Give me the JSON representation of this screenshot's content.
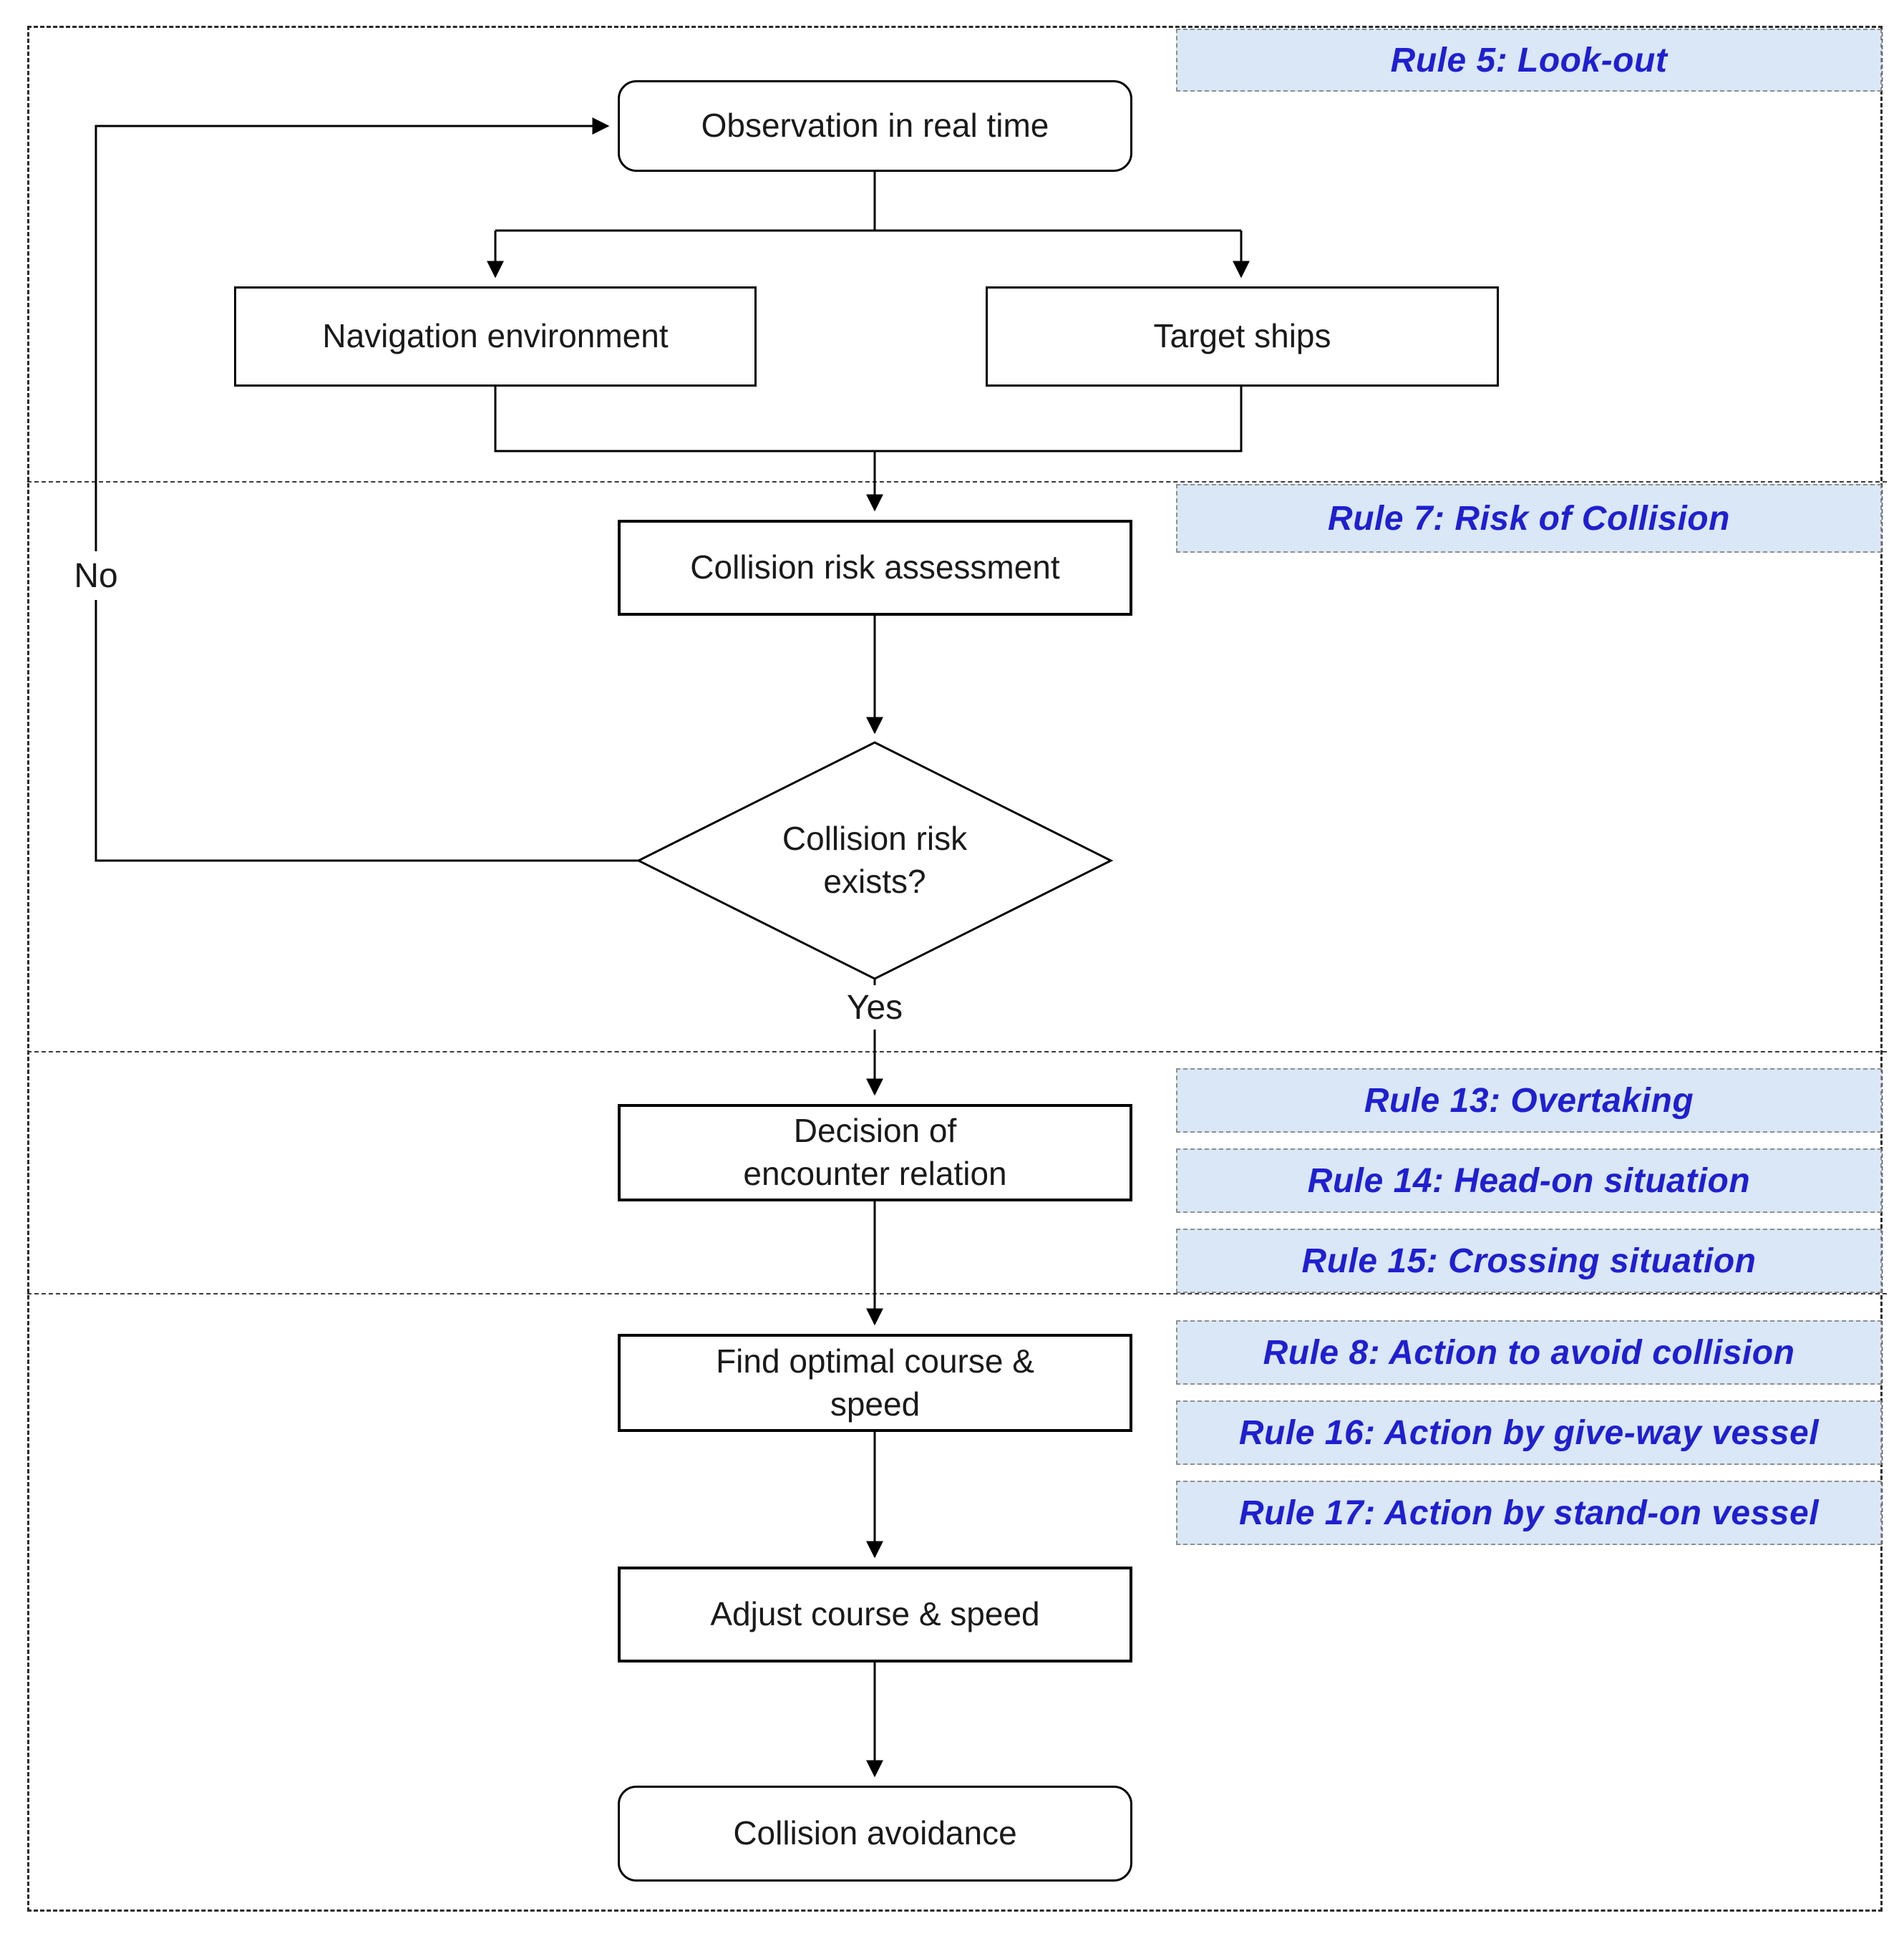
{
  "nodes": {
    "observation": "Observation in real time",
    "navigation_environment": "Navigation environment",
    "target_ships": "Target ships",
    "collision_risk_assessment": "Collision risk assessment",
    "collision_risk_exists": "Collision risk\nexists?",
    "decision_of_encounter_relation": "Decision of\nencounter relation",
    "find_optimal_course_speed": "Find optimal course &\nspeed",
    "adjust_course_speed": "Adjust course & speed",
    "collision_avoidance": "Collision avoidance"
  },
  "edge_labels": {
    "no": "No",
    "yes": "Yes"
  },
  "rules": {
    "rule5": "Rule 5: Look-out",
    "rule7": "Rule 7: Risk of Collision",
    "rule13": "Rule 13: Overtaking",
    "rule14": "Rule 14: Head-on situation",
    "rule15": "Rule 15: Crossing situation",
    "rule8": "Rule 8: Action to avoid collision",
    "rule16": "Rule 16: Action by give-way vessel",
    "rule17": "Rule 17: Action by stand-on vessel"
  },
  "colors": {
    "rule_text": "#1f1fd0",
    "rule_bg": "#d9e7f6",
    "line": "#000000",
    "node_bg": "#ffffff",
    "node_border": "#000000"
  }
}
